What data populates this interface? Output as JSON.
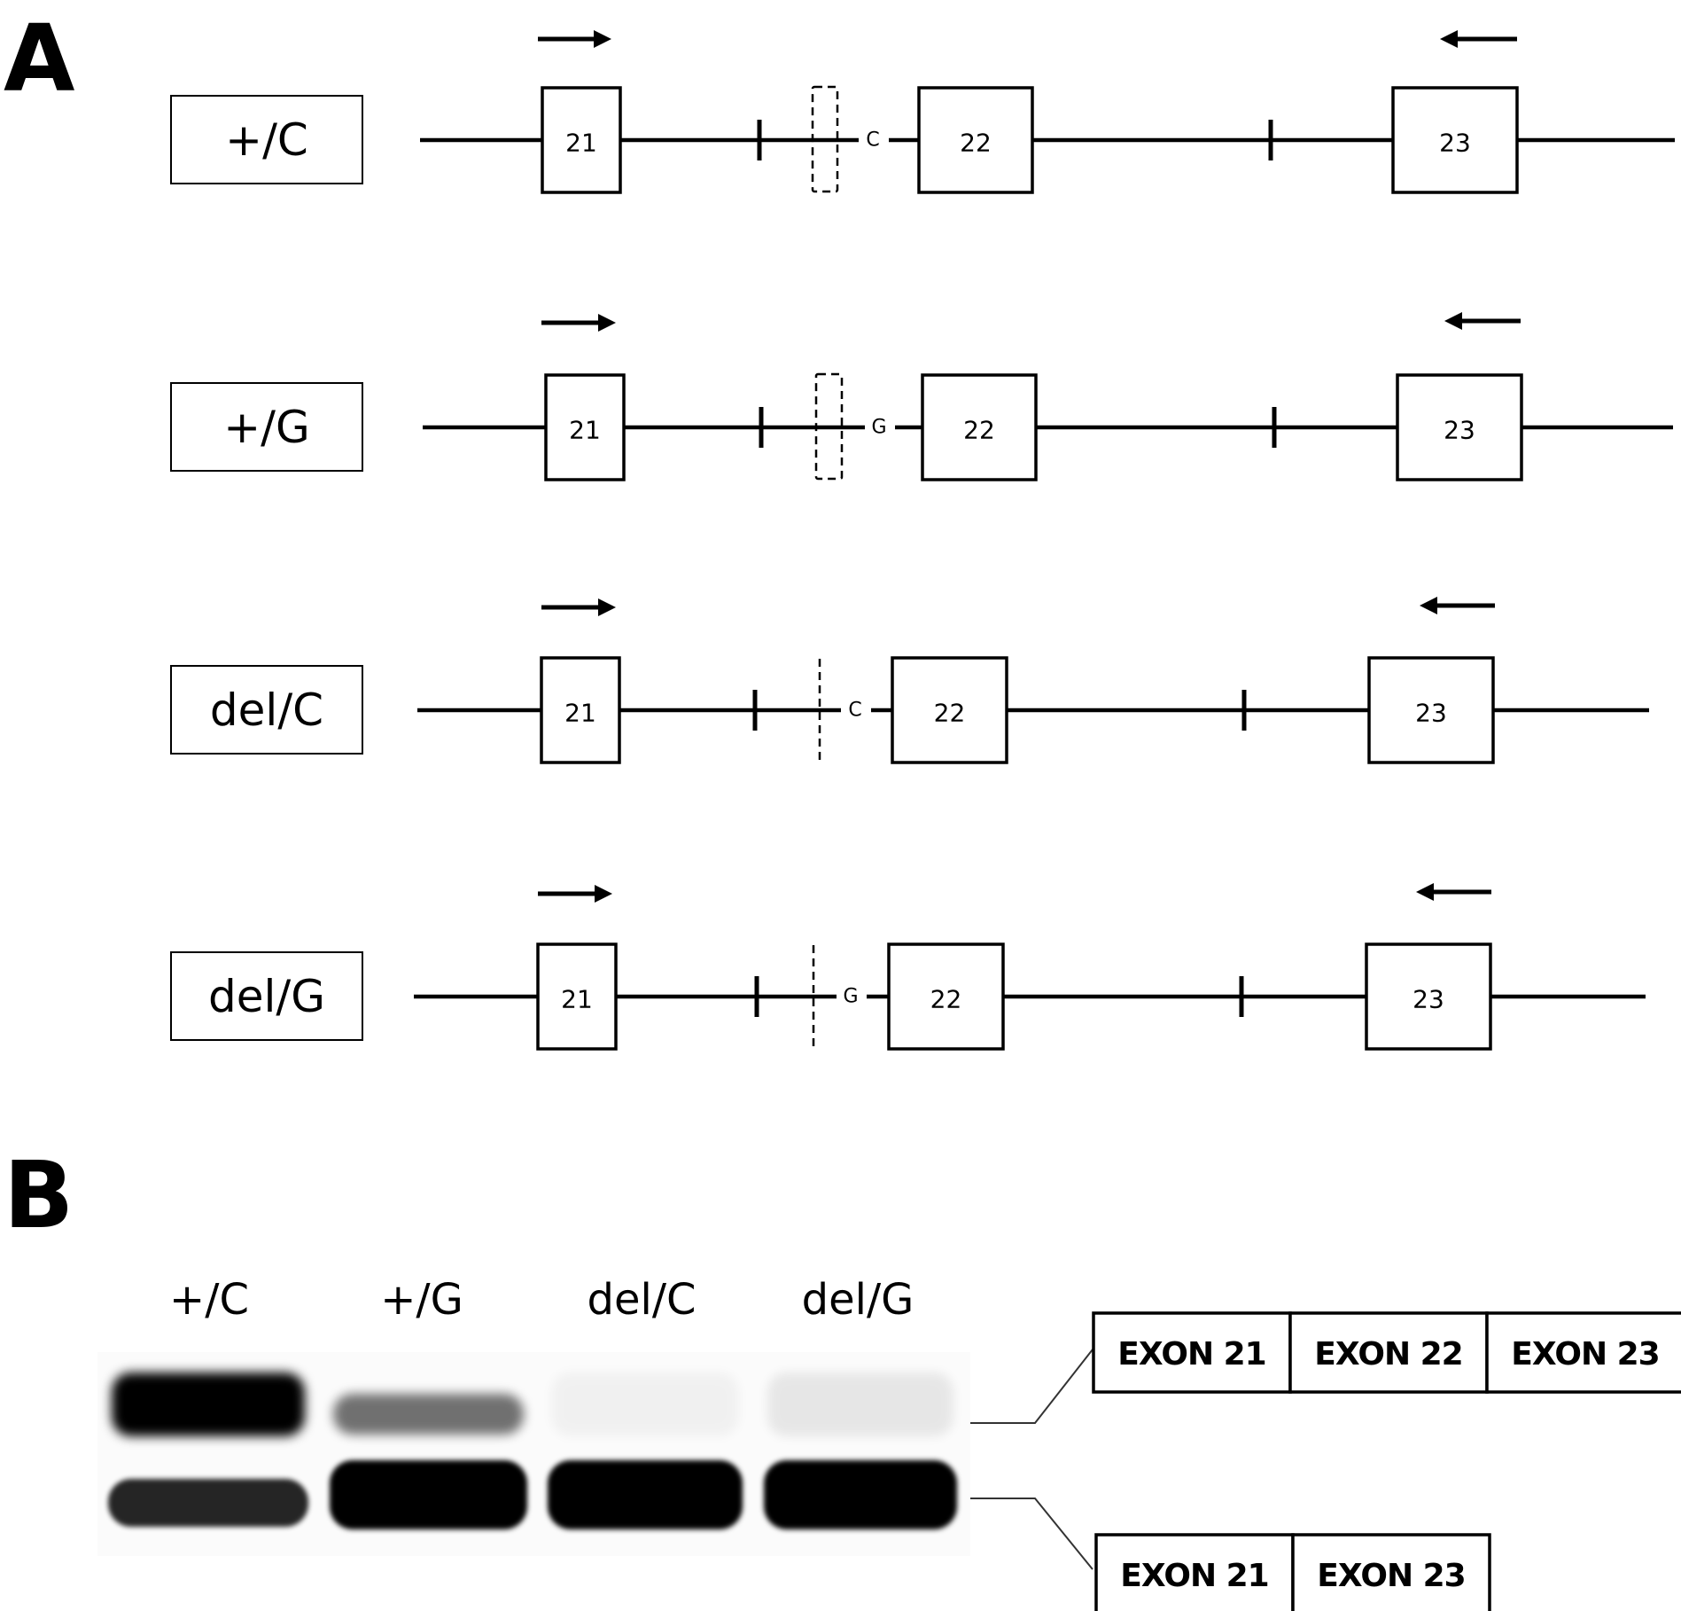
{
  "panels": {
    "a": {
      "letter": "A",
      "rows": [
        {
          "genotype": "+/C",
          "allele": "C",
          "deletion": false,
          "exons": [
            "21",
            "22",
            "23"
          ]
        },
        {
          "genotype": "+/G",
          "allele": "G",
          "deletion": false,
          "exons": [
            "21",
            "22",
            "23"
          ]
        },
        {
          "genotype": "del/C",
          "allele": "C",
          "deletion": true,
          "exons": [
            "21",
            "22",
            "23"
          ]
        },
        {
          "genotype": "del/G",
          "allele": "G",
          "deletion": true,
          "exons": [
            "21",
            "22",
            "23"
          ]
        }
      ],
      "primer_forward": "forward-arrow",
      "primer_reverse": "reverse-arrow"
    },
    "b": {
      "letter": "B",
      "lanes": [
        {
          "label": "+/C",
          "upper_band_intensity": 1.0,
          "lower_band_intensity": 0.85
        },
        {
          "label": "+/G",
          "upper_band_intensity": 0.55,
          "lower_band_intensity": 1.0
        },
        {
          "label": "del/C",
          "upper_band_intensity": 0.04,
          "lower_band_intensity": 1.0
        },
        {
          "label": "del/G",
          "upper_band_intensity": 0.08,
          "lower_band_intensity": 1.0
        }
      ],
      "products": [
        {
          "name": "upper",
          "exons": [
            "EXON 21",
            "EXON 22",
            "EXON 23"
          ]
        },
        {
          "name": "lower",
          "exons": [
            "EXON 21",
            "EXON 23"
          ]
        }
      ]
    }
  }
}
